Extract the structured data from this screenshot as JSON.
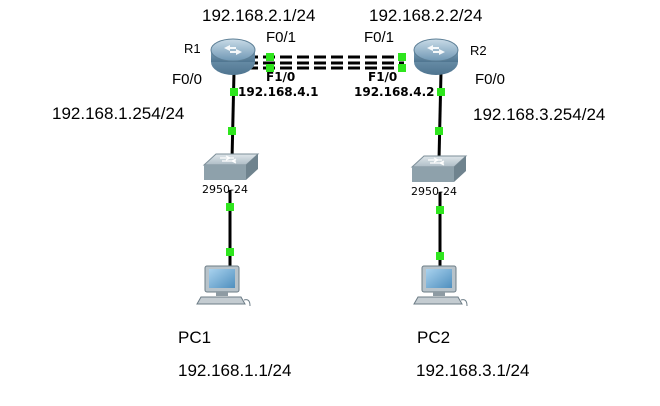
{
  "colors": {
    "link_line": "#000000",
    "port_dot": "#2ee51d",
    "router_body": "#8fb7d0",
    "switch_body": "#9fb2bd",
    "pc_screen": "#6fa7cf"
  },
  "routers": {
    "r1": {
      "name": "R1",
      "icon": "router-icon",
      "f01_label": "F0/1",
      "f01_ip": "192.168.2.1/24",
      "f10_label": "F1/0",
      "f10_ip": "192.168.4.1",
      "f00_label": "F0/0",
      "f00_ip": "192.168.1.254/24"
    },
    "r2": {
      "name": "R2",
      "icon": "router-icon",
      "f01_label": "F0/1",
      "f01_ip": "192.168.2.2/24",
      "f10_label": "F1/0",
      "f10_ip": "192.168.4.2",
      "f00_label": "F0/0",
      "f00_ip": "192.168.3.254/24"
    }
  },
  "switches": {
    "sw1": {
      "model": "2950-24",
      "icon": "switch-icon"
    },
    "sw2": {
      "model": "2950-24",
      "icon": "switch-icon"
    }
  },
  "pcs": {
    "pc1": {
      "name": "PC1",
      "ip": "192.168.1.1/24",
      "icon": "pc-icon"
    },
    "pc2": {
      "name": "PC2",
      "ip": "192.168.3.1/24",
      "icon": "pc-icon"
    }
  }
}
